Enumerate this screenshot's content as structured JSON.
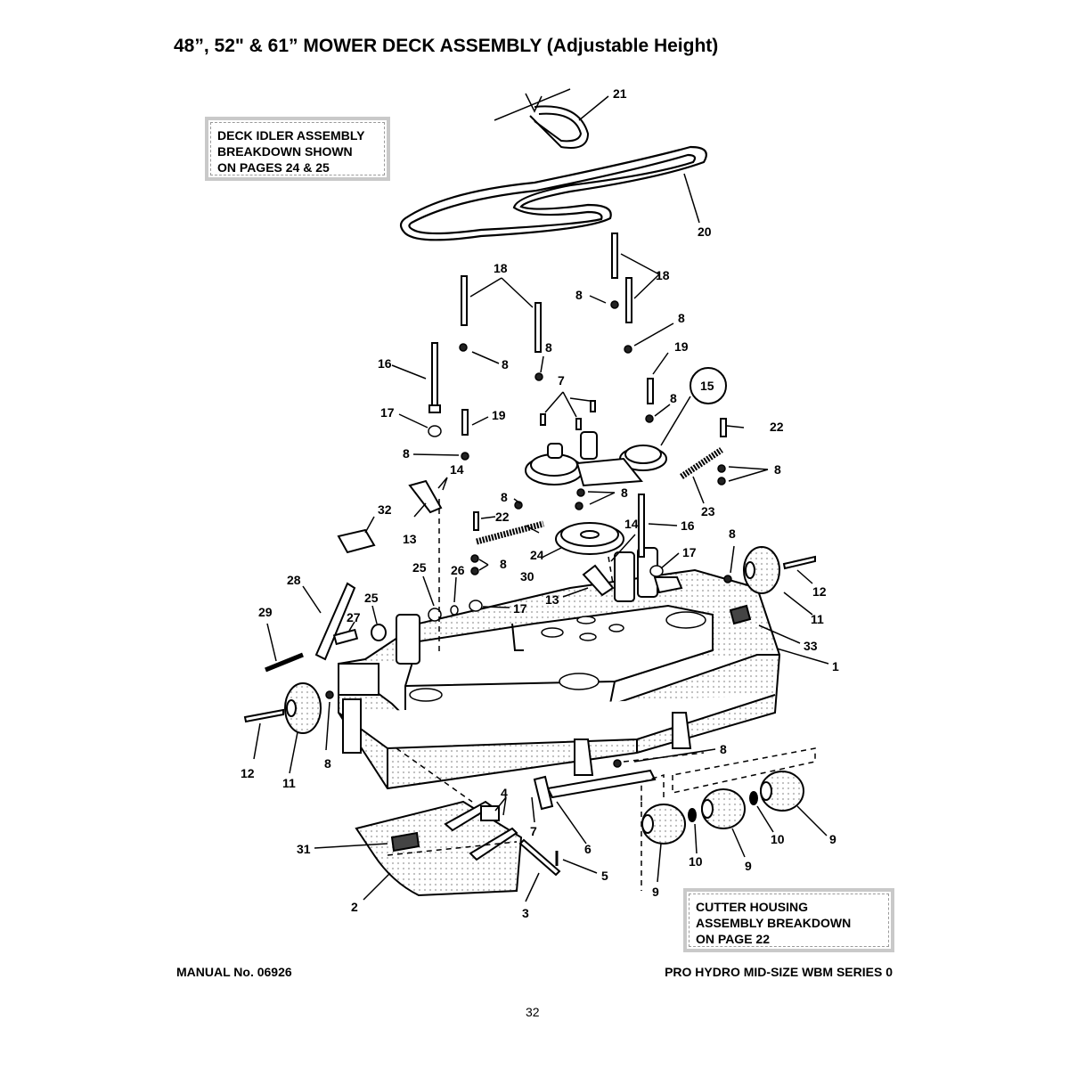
{
  "title": "48”, 52\" & 61” MOWER DECK ASSEMBLY (Adjustable Height)",
  "notes": {
    "idler": [
      "DECK IDLER ASSEMBLY",
      "BREAKDOWN SHOWN",
      "ON PAGES 24 & 25"
    ],
    "cutter": [
      "CUTTER HOUSING",
      "ASSEMBLY BREAKDOWN",
      "ON PAGE 22"
    ]
  },
  "footer": {
    "manual": "MANUAL No. 06926",
    "series": "PRO HYDRO MID-SIZE WBM SERIES 0",
    "page": "32"
  },
  "callouts": [
    {
      "id": "c21",
      "text": "21"
    },
    {
      "id": "c20",
      "text": "20"
    },
    {
      "id": "c18a",
      "text": "18"
    },
    {
      "id": "c18b",
      "text": "18"
    },
    {
      "id": "c8a",
      "text": "8"
    },
    {
      "id": "c8b",
      "text": "8"
    },
    {
      "id": "c8c",
      "text": "8"
    },
    {
      "id": "c8d",
      "text": "8"
    },
    {
      "id": "c19a",
      "text": "19"
    },
    {
      "id": "c16a",
      "text": "16"
    },
    {
      "id": "c7a",
      "text": "7"
    },
    {
      "id": "c8e",
      "text": "8"
    },
    {
      "id": "c15",
      "text": "15"
    },
    {
      "id": "c17a",
      "text": "17"
    },
    {
      "id": "c19b",
      "text": "19"
    },
    {
      "id": "c22a",
      "text": "22"
    },
    {
      "id": "c8f",
      "text": "8"
    },
    {
      "id": "c14a",
      "text": "14"
    },
    {
      "id": "c8g",
      "text": "8"
    },
    {
      "id": "c8h",
      "text": "8"
    },
    {
      "id": "c8i",
      "text": "8"
    },
    {
      "id": "c22b",
      "text": "22"
    },
    {
      "id": "c32",
      "text": "32"
    },
    {
      "id": "c13a",
      "text": "13"
    },
    {
      "id": "c24",
      "text": "24"
    },
    {
      "id": "c23",
      "text": "23"
    },
    {
      "id": "c16b",
      "text": "16"
    },
    {
      "id": "c14b",
      "text": "14"
    },
    {
      "id": "c8j",
      "text": "8"
    },
    {
      "id": "c17b",
      "text": "17"
    },
    {
      "id": "c8k",
      "text": "8"
    },
    {
      "id": "c25a",
      "text": "25"
    },
    {
      "id": "c26",
      "text": "26"
    },
    {
      "id": "c30",
      "text": "30"
    },
    {
      "id": "c13b",
      "text": "13"
    },
    {
      "id": "c12a",
      "text": "12"
    },
    {
      "id": "c28",
      "text": "28"
    },
    {
      "id": "c25b",
      "text": "25"
    },
    {
      "id": "c17c",
      "text": "17"
    },
    {
      "id": "c11a",
      "text": "11"
    },
    {
      "id": "c29",
      "text": "29"
    },
    {
      "id": "c27",
      "text": "27"
    },
    {
      "id": "c33",
      "text": "33"
    },
    {
      "id": "c1",
      "text": "1"
    },
    {
      "id": "c12b",
      "text": "12"
    },
    {
      "id": "c11b",
      "text": "11"
    },
    {
      "id": "c8l",
      "text": "8"
    },
    {
      "id": "c8m",
      "text": "8"
    },
    {
      "id": "c4",
      "text": "4"
    },
    {
      "id": "c7b",
      "text": "7"
    },
    {
      "id": "c6",
      "text": "6"
    },
    {
      "id": "c31",
      "text": "31"
    },
    {
      "id": "c5",
      "text": "5"
    },
    {
      "id": "c2",
      "text": "2"
    },
    {
      "id": "c3",
      "text": "3"
    },
    {
      "id": "c10a",
      "text": "10"
    },
    {
      "id": "c10b",
      "text": "10"
    },
    {
      "id": "c9a",
      "text": "9"
    },
    {
      "id": "c9b",
      "text": "9"
    },
    {
      "id": "c9c",
      "text": "9"
    }
  ]
}
